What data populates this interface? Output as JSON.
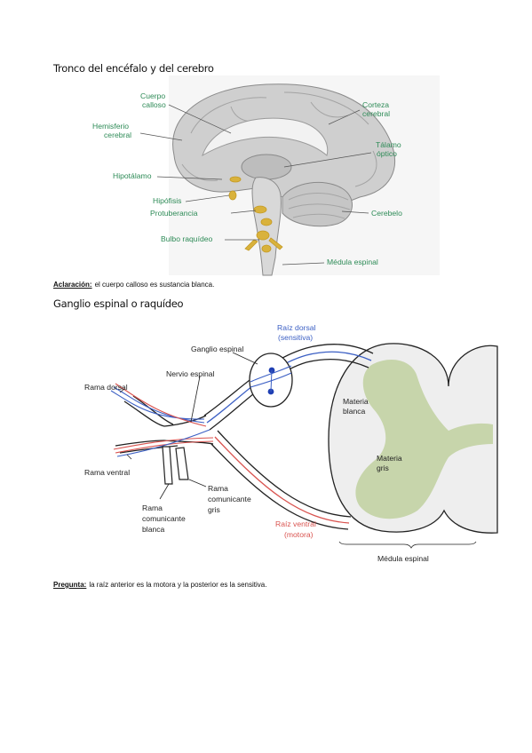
{
  "section1": {
    "title": "Tronco del encéfalo y del cerebro",
    "labels": {
      "cuerpo_calloso": [
        "Cuerpo",
        "calloso"
      ],
      "hemisferio": [
        "Hemisferio",
        "cerebral"
      ],
      "hipotalamo": "Hipotálamo",
      "hipofisis": "Hipófisis",
      "protuberancia": "Protuberancia",
      "bulbo": "Bulbo raquídeo",
      "corteza": [
        "Corteza",
        "cerebral"
      ],
      "talamo": [
        "Tálamo",
        "óptico"
      ],
      "cerebelo": "Cerebelo",
      "medula": "Médula espinal"
    }
  },
  "note1": {
    "label": "Aclaración:",
    "text": "el cuerpo calloso es sustancia blanca."
  },
  "section2": {
    "title": "Ganglio espinal o raquídeo",
    "labels": {
      "raiz_dorsal": [
        "Raíz dorsal",
        "(sensitiva)"
      ],
      "ganglio": "Ganglio espinal",
      "nervio": "Nervio espinal",
      "rama_dorsal": "Rama dorsal",
      "rama_ventral": "Rama ventral",
      "materia_blanca": [
        "Materia",
        "blanca"
      ],
      "materia_gris": [
        "Materia",
        "gris"
      ],
      "rama_com_gris": [
        "Rama",
        "comunicante",
        "gris"
      ],
      "rama_com_blanca": [
        "Rama",
        "comunicante",
        "blanca"
      ],
      "raiz_ventral": [
        "Raíz ventral",
        "(motora)"
      ],
      "medula": "Médula espinal"
    }
  },
  "note2": {
    "label": "Pregunta:",
    "text": "la raíz anterior es la motora y la posterior es la sensitiva."
  },
  "colors": {
    "label_green": "#2e8b57",
    "sensory_blue": "#3b5fc4",
    "motor_red": "#d9534f",
    "gray_matter": "#c7d5ab"
  }
}
